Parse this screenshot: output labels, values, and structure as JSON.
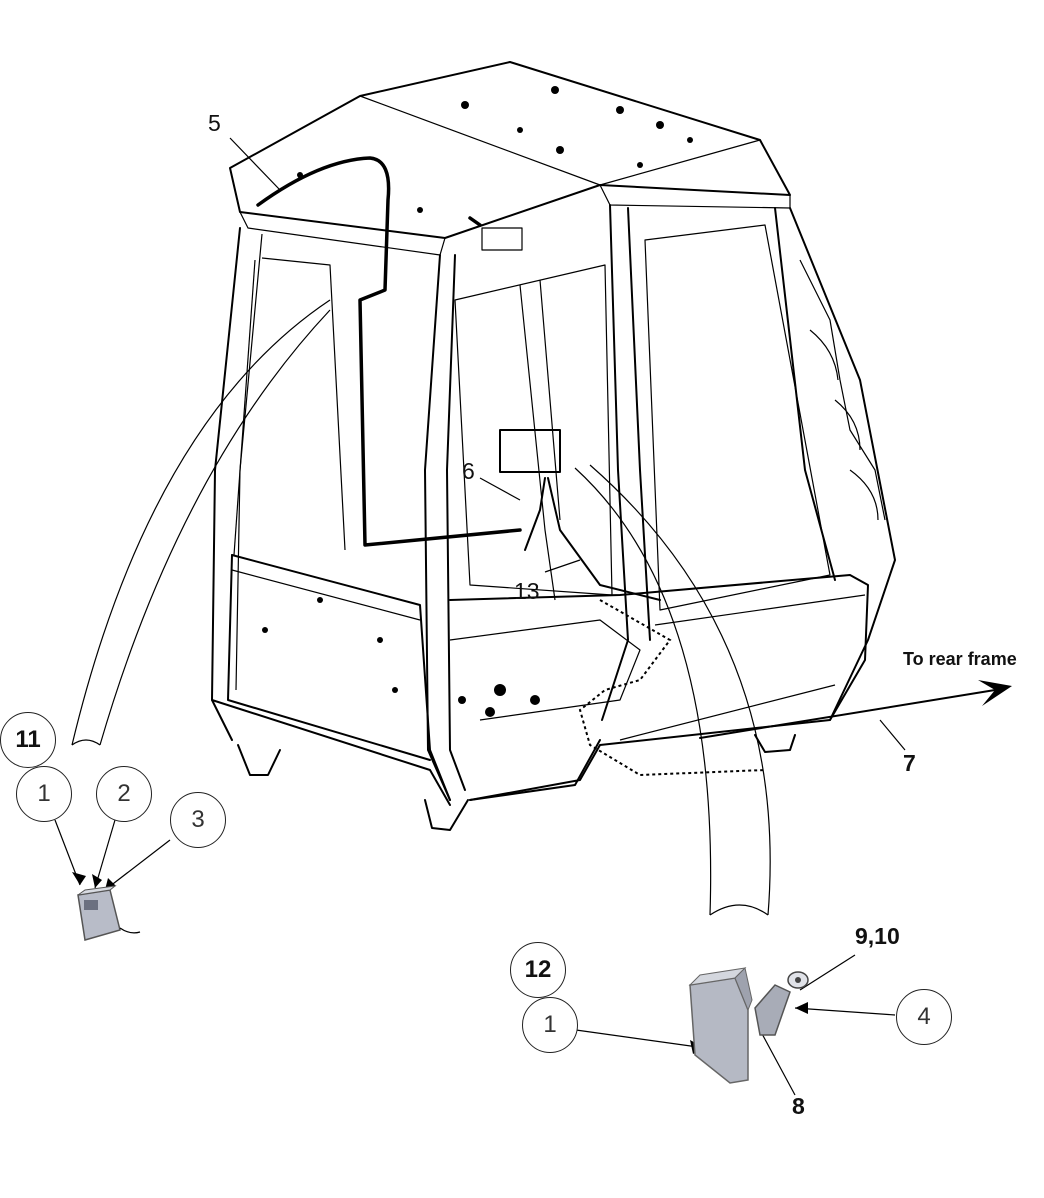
{
  "callouts": {
    "c5": "5",
    "c6": "6",
    "c13": "13",
    "c7": "7",
    "c11": "11",
    "c12": "12",
    "c9_10": "9,10",
    "c8": "8",
    "b1_left": "1",
    "b2_left": "2",
    "b3_left": "3",
    "b1_right": "1",
    "b4_right": "4"
  },
  "annotations": {
    "rear_frame": "To rear frame"
  }
}
